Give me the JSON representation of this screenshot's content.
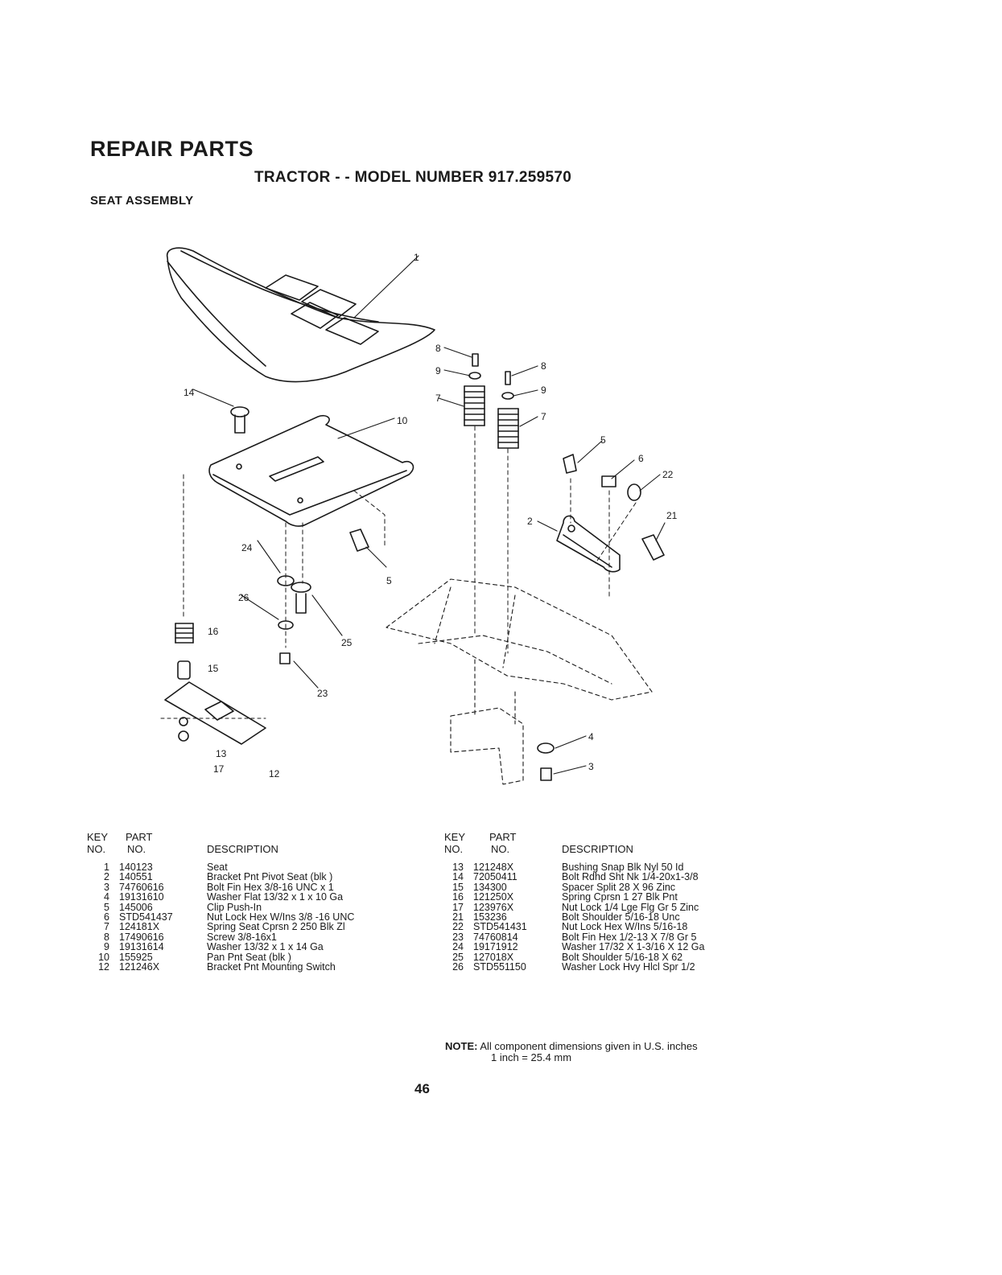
{
  "header": {
    "title": "REPAIR PARTS",
    "subtitle": "TRACTOR - - MODEL NUMBER 917.259570",
    "section": "SEAT ASSEMBLY"
  },
  "diagram": {
    "callouts": [
      "1",
      "8",
      "9",
      "7",
      "8",
      "9",
      "7",
      "5",
      "6",
      "22",
      "21",
      "2",
      "14",
      "10",
      "24",
      "5",
      "26",
      "25",
      "16",
      "15",
      "23",
      "13",
      "17",
      "12",
      "4",
      "3"
    ]
  },
  "table": {
    "headers": {
      "key_top": "KEY",
      "key_bottom": "NO.",
      "part_top": "PART",
      "part_bottom": "NO.",
      "description": "DESCRIPTION"
    },
    "left_rows": [
      {
        "key": "1",
        "part": "140123",
        "description": "Seat"
      },
      {
        "key": "2",
        "part": "140551",
        "description": "Bracket Pnt Pivot Seat (blk )"
      },
      {
        "key": "3",
        "part": "74760616",
        "description": "Bolt Fin Hex 3/8-16 UNC x 1"
      },
      {
        "key": "4",
        "part": "19131610",
        "description": "Washer Flat 13/32 x 1 x 10 Ga"
      },
      {
        "key": "5",
        "part": "145006",
        "description": "Clip Push-In"
      },
      {
        "key": "6",
        "part": "STD541437",
        "description": "Nut Lock Hex W/Ins 3/8 -16 UNC"
      },
      {
        "key": "7",
        "part": "124181X",
        "description": "Spring Seat Cprsn 2 250 Blk Zl"
      },
      {
        "key": "8",
        "part": "17490616",
        "description": "Screw 3/8-16x1"
      },
      {
        "key": "9",
        "part": "19131614",
        "description": "Washer 13/32 x 1 x 14 Ga"
      },
      {
        "key": "10",
        "part": "155925",
        "description": "Pan Pnt Seat (blk )"
      },
      {
        "key": "12",
        "part": "121246X",
        "description": "Bracket Pnt Mounting Switch"
      }
    ],
    "right_rows": [
      {
        "key": "13",
        "part": "121248X",
        "description": "Bushing Snap Blk Nyl 50 Id"
      },
      {
        "key": "14",
        "part": "72050411",
        "description": "Bolt Rdhd Sht Nk 1/4-20x1-3/8"
      },
      {
        "key": "15",
        "part": "134300",
        "description": "Spacer Split 28 X 96 Zinc"
      },
      {
        "key": "16",
        "part": "121250X",
        "description": "Spring Cprsn 1 27 Blk Pnt"
      },
      {
        "key": "17",
        "part": "123976X",
        "description": "Nut Lock 1/4 Lge Flg Gr 5 Zinc"
      },
      {
        "key": "21",
        "part": "153236",
        "description": "Bolt Shoulder 5/16-18 Unc"
      },
      {
        "key": "22",
        "part": "STD541431",
        "description": "Nut Lock Hex W/Ins 5/16-18"
      },
      {
        "key": "23",
        "part": "74760814",
        "description": "Bolt Fin Hex 1/2-13 X 7/8 Gr 5"
      },
      {
        "key": "24",
        "part": "19171912",
        "description": "Washer 17/32 X 1-3/16 X 12 Ga"
      },
      {
        "key": "25",
        "part": "127018X",
        "description": "Bolt Shoulder 5/16-18 X 62"
      },
      {
        "key": "26",
        "part": "STD551150",
        "description": "Washer Lock Hvy Hlcl Spr 1/2"
      }
    ]
  },
  "note": {
    "label": "NOTE:",
    "line1": "All component dimensions given in U.S. inches",
    "line2": "1 inch = 25.4 mm"
  },
  "page_number": "46"
}
